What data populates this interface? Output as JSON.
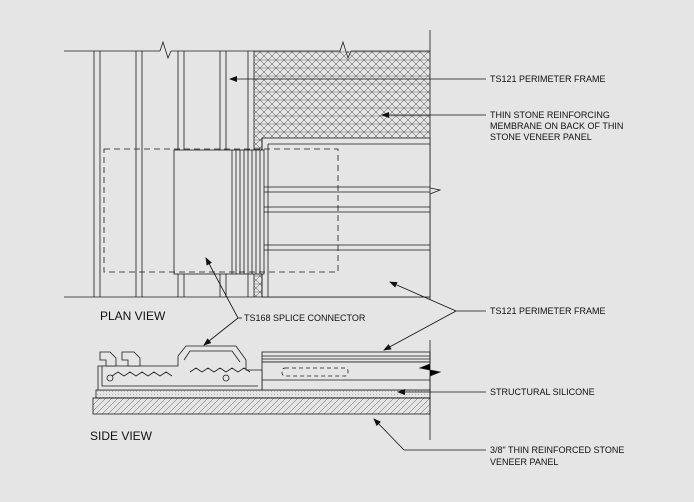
{
  "labels": {
    "perimeter_frame_top": "TS121 PERIMETER FRAME",
    "membrane_line1": "THIN STONE REINFORCING",
    "membrane_line2": "MEMBRANE ON BACK OF THIN",
    "membrane_line3": "STONE VENEER PANEL",
    "perimeter_frame_mid": "TS121 PERIMETER FRAME",
    "splice_connector": "TS168 SPLICE CONNECTOR",
    "structural_silicone": "STRUCTURAL SILICONE",
    "veneer_line1": "3/8\" THIN REINFORCED STONE",
    "veneer_line2": "VENEER PANEL",
    "plan_view": "PLAN VIEW",
    "side_view": "SIDE VIEW"
  },
  "colors": {
    "background": "#e5e5e5",
    "line": "#1a1a1a",
    "hatch": "#555555"
  }
}
